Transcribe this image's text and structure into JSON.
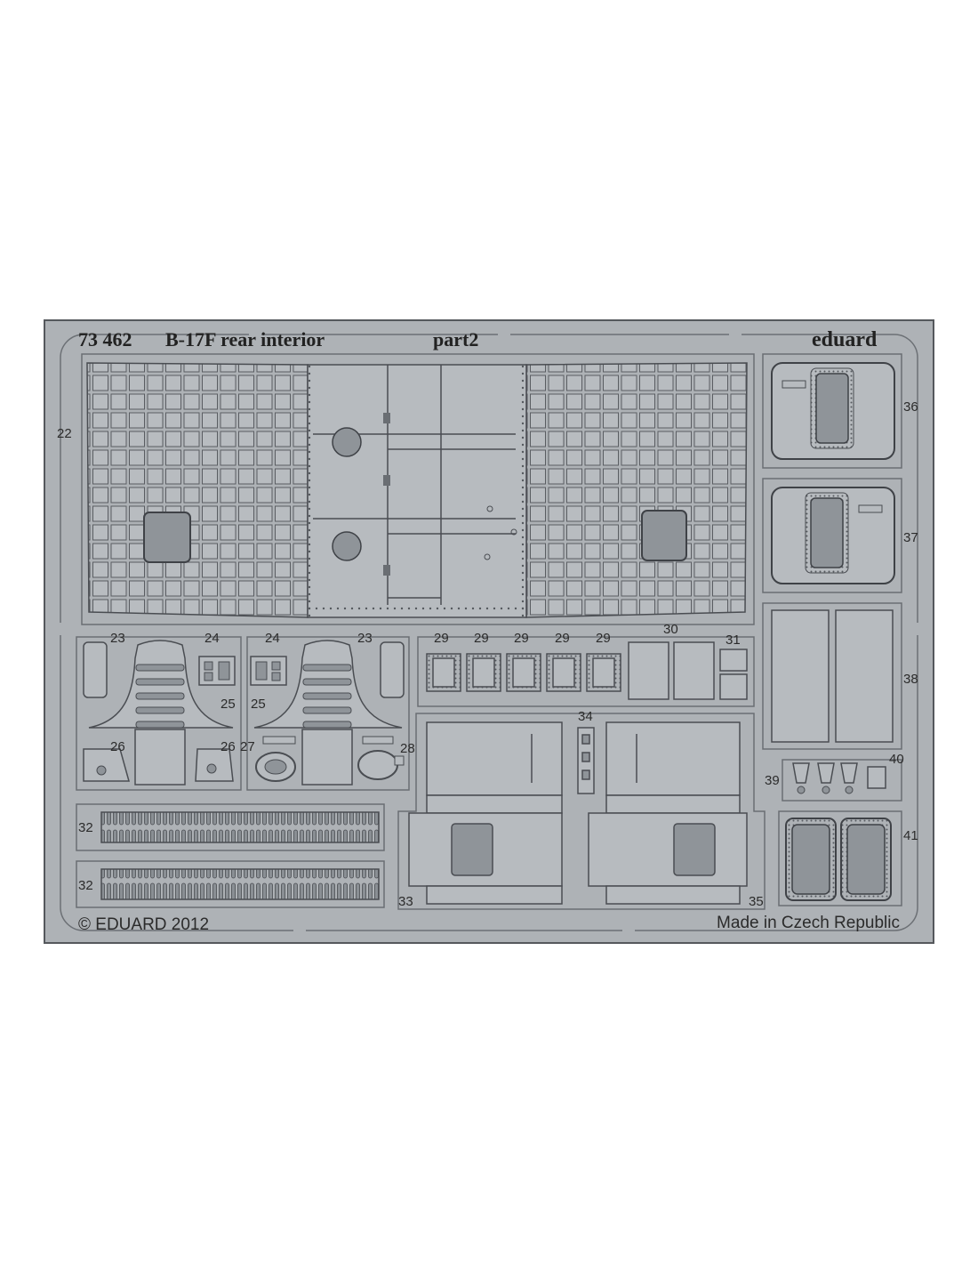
{
  "sheet": {
    "catalog_number": "73 462",
    "title": "B-17F rear interior",
    "part": "part2",
    "brand": "eduard",
    "copyright": "© EDUARD 2012",
    "origin": "Made in Czech Republic"
  },
  "part_numbers": {
    "p22": "22",
    "p23": "23",
    "p24": "24",
    "p25": "25",
    "p26": "26",
    "p27": "27",
    "p28": "28",
    "p29": "29",
    "p30": "30",
    "p31": "31",
    "p32": "32",
    "p33": "33",
    "p34": "34",
    "p35": "35",
    "p36": "36",
    "p37": "37",
    "p38": "38",
    "p39": "39",
    "p40": "40",
    "p41": "41"
  },
  "colors": {
    "metal": "#aeb2b6",
    "part": "#b7bbbf",
    "shade": "#8f9499",
    "line": "#4a4d52"
  }
}
